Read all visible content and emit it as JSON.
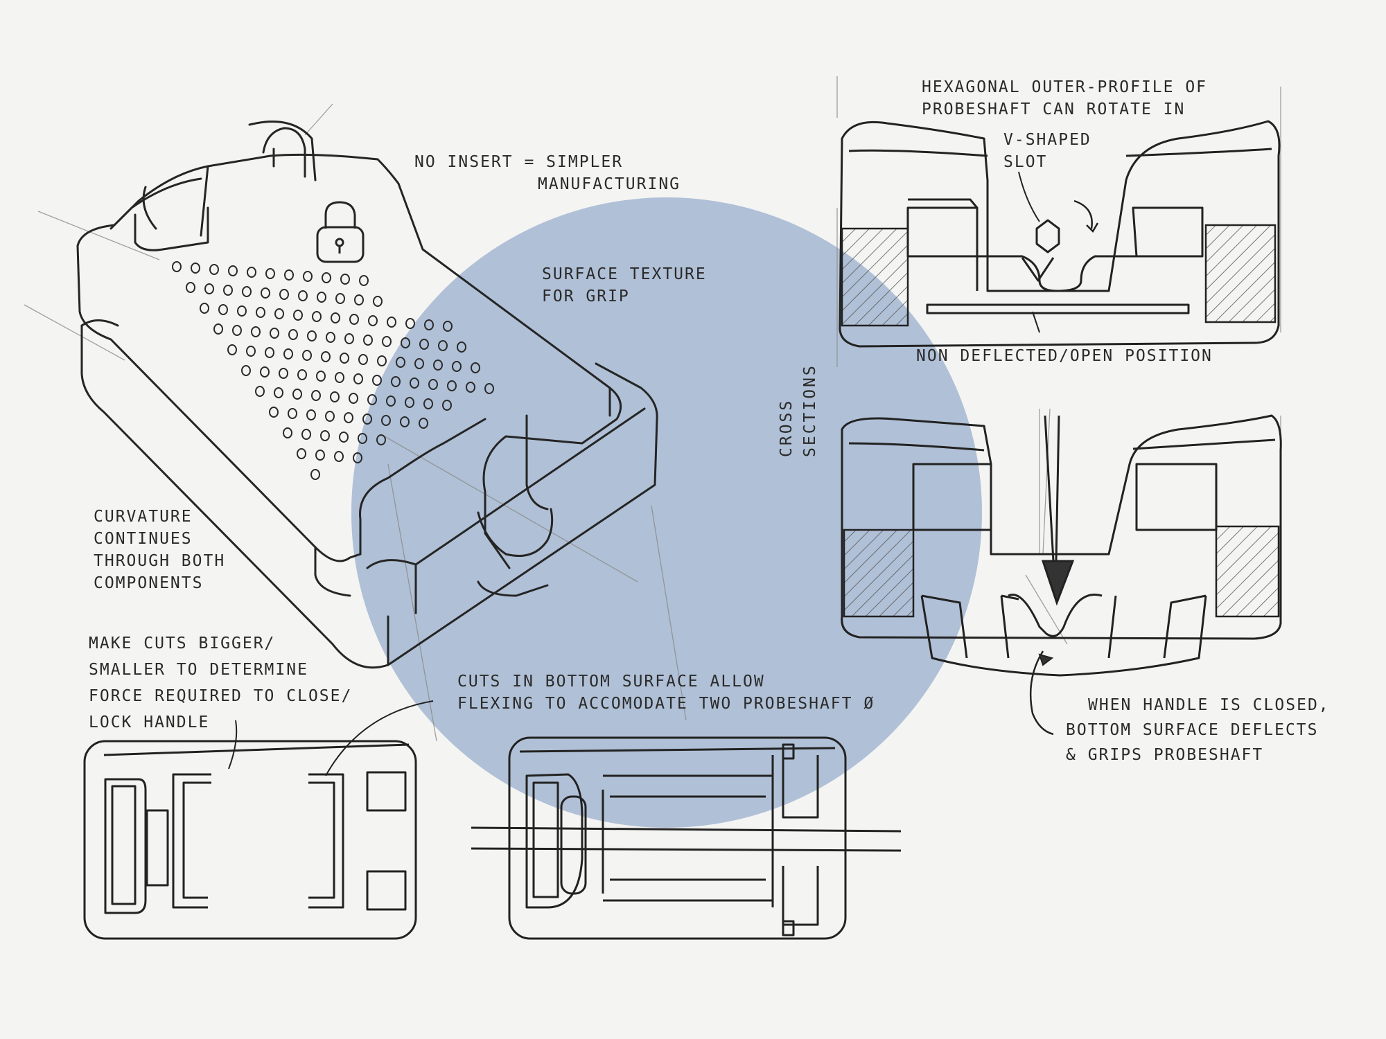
{
  "colors": {
    "paper": "#f4f4f3",
    "ink": "#2a2a2a",
    "accent_circle": "#a9bbd4"
  },
  "annotations": {
    "no_insert": [
      "No insert = simpler",
      "manufacturing"
    ],
    "surface_texture": [
      "Surface texture",
      "for grip"
    ],
    "curvature": [
      "Curvature",
      "continues",
      "through both",
      "components"
    ],
    "make_cuts": [
      "Make cuts bigger/",
      "smaller to determine",
      "force required to close/",
      "lock handle"
    ],
    "cuts_bottom": [
      "Cuts in bottom surface allow",
      "flexing to accomodate two probeshaft ø"
    ],
    "hexagonal": [
      "Hexagonal outer-profile of",
      "probeshaft can rotate in"
    ],
    "v_slot": [
      "V-shaped",
      "slot"
    ],
    "non_deflected": [
      "Non deflected/open position"
    ],
    "cross_sections": [
      "Cross",
      "sections"
    ],
    "when_closed": [
      "When handle is closed,",
      "bottom surface deflects",
      "& grips probeshaft"
    ]
  },
  "icons": [
    "padlock-icon"
  ]
}
